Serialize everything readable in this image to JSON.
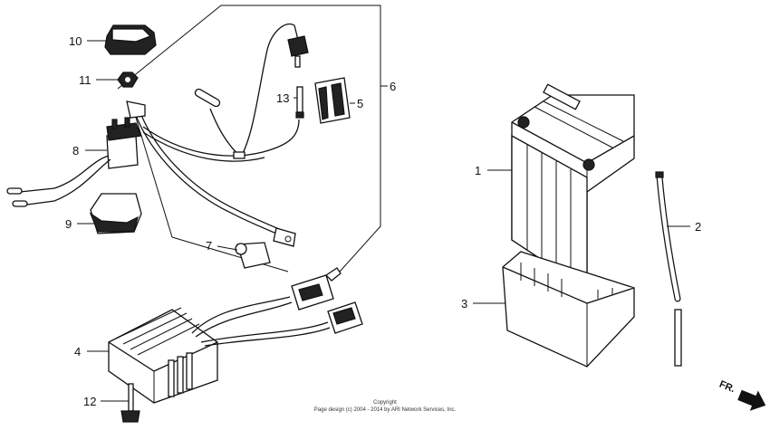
{
  "callouts": {
    "c1": "1",
    "c2": "2",
    "c3": "3",
    "c4": "4",
    "c5": "5",
    "c6": "6",
    "c7": "7",
    "c8": "8",
    "c9": "9",
    "c10": "10",
    "c11": "11",
    "c12": "12",
    "c13": "13"
  },
  "direction_label": "FR.",
  "copyright": {
    "line1": "Copyright",
    "line2": "Page design (c) 2004 - 2014 by ARI Network Services, Inc."
  }
}
